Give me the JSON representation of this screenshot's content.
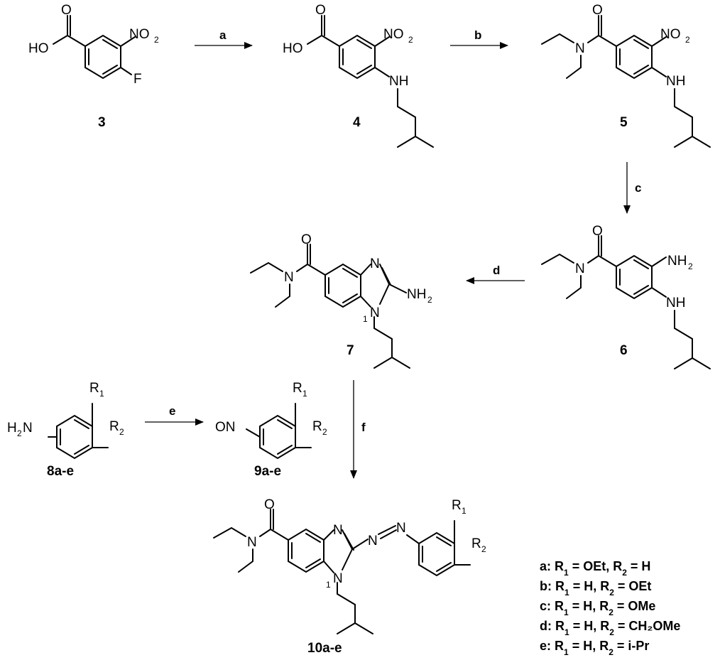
{
  "compounds": {
    "c3": "3",
    "c4": "4",
    "c5": "5",
    "c6": "6",
    "c7": "7",
    "c8": "8a-e",
    "c9": "9a-e",
    "c10": "10a-e"
  },
  "reagents": {
    "a": "a",
    "b": "b",
    "c": "c",
    "d": "d",
    "e": "e",
    "f": "f"
  },
  "atoms": {
    "HO": "HO",
    "O": "O",
    "N": "N",
    "NO": "NO",
    "NH": "NH",
    "NH2": "NH",
    "H2N_H": "H",
    "H2N_N": "N",
    "F": "F",
    "ON": "ON",
    "R": "R",
    "sub1": "1",
    "sub2": "2"
  },
  "substituent_table": {
    "rows": [
      {
        "key": "a",
        "r1": "OEt",
        "r2": "H"
      },
      {
        "key": "b",
        "r1": "H",
        "r2": "OEt"
      },
      {
        "key": "c",
        "r1": "H",
        "r2": "OMe"
      },
      {
        "key": "d",
        "r1": "H",
        "r2": "CH₂OMe"
      },
      {
        "key": "e",
        "r1": "H",
        "r2": "i-Pr"
      }
    ]
  }
}
